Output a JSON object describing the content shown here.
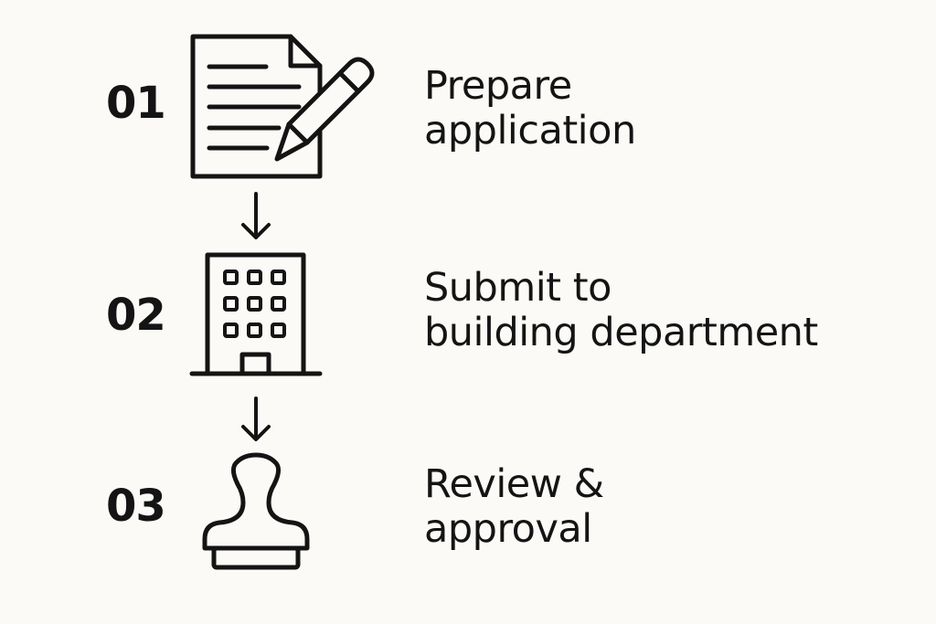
{
  "steps": [
    {
      "number": "01",
      "label_lines": [
        "Prepare",
        "application"
      ],
      "icon": "document-pencil-icon"
    },
    {
      "number": "02",
      "label_lines": [
        "Submit to",
        "building department"
      ],
      "icon": "office-building-icon"
    },
    {
      "number": "03",
      "label_lines": [
        "Review &",
        "approval"
      ],
      "icon": "rubber-stamp-icon"
    }
  ],
  "connectors": [
    "down-arrow-icon",
    "down-arrow-icon"
  ],
  "colors": {
    "background": "#fbfaf6",
    "ink": "#141414"
  }
}
